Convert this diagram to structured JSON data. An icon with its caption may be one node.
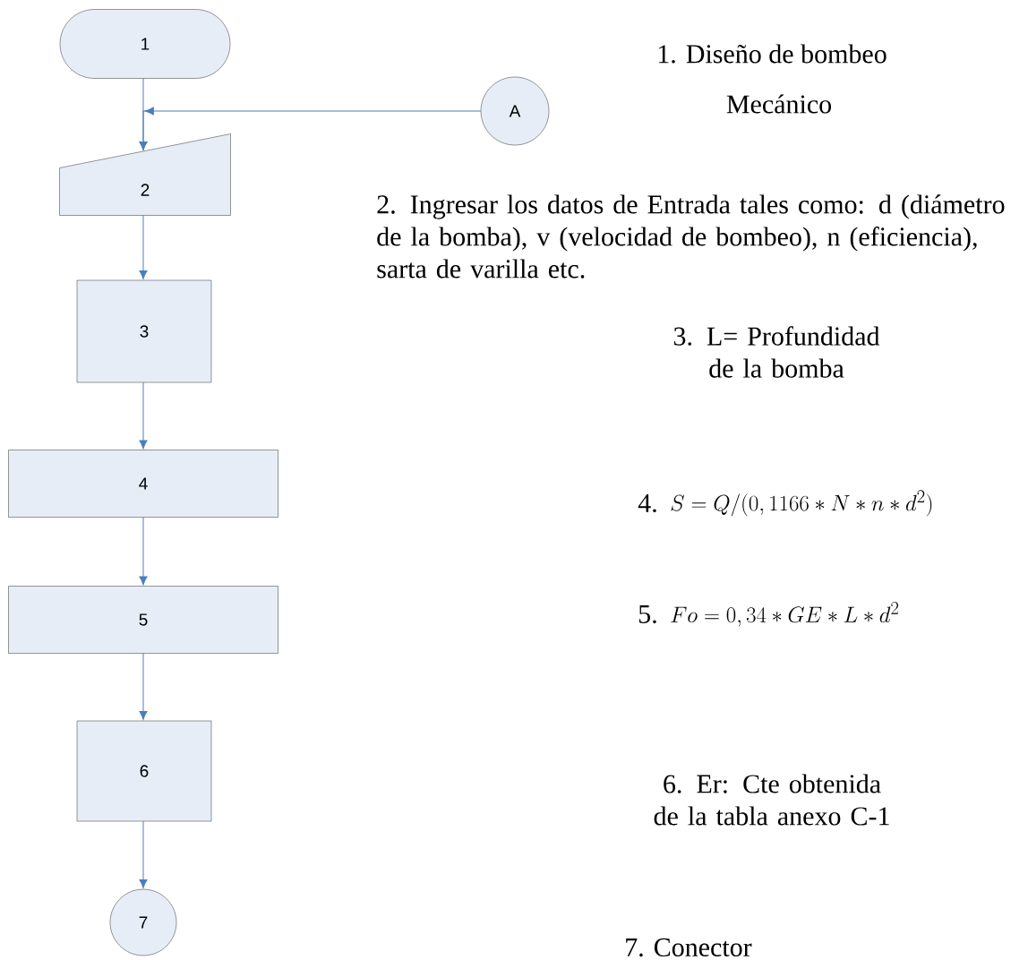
{
  "diagram": {
    "nodes": [
      {
        "text": [
          "1"
        ]
      },
      {
        "text": [
          "A"
        ]
      },
      {
        "text": [
          "2"
        ]
      },
      {
        "text": [
          "3"
        ]
      },
      {
        "text": [
          "4"
        ]
      },
      {
        "text": [
          "5"
        ]
      },
      {
        "text": [
          "6"
        ]
      },
      {
        "text": [
          "7"
        ]
      }
    ],
    "edges": [
      {
        "from": 0,
        "to": 2,
        "arrow": "to"
      },
      {
        "from": 1,
        "to": 2,
        "arrow": "to"
      },
      {
        "from": 2,
        "to": 3,
        "arrow": "to"
      },
      {
        "from": 3,
        "to": 4,
        "arrow": "to"
      },
      {
        "from": 4,
        "to": 5,
        "arrow": "to"
      },
      {
        "from": 5,
        "to": 6,
        "arrow": "to"
      },
      {
        "from": 6,
        "to": 7,
        "arrow": "to"
      }
    ],
    "labels": [
      "1. Diseño de bombeo",
      "Mecánico",
      "2. Ingresar los datos de Entrada tales como: d (diámetro de la bomba), v (velocidad de bombeo), n (eficiencia), sarta de varilla etc.",
      "3. L= Profundidad de la bomba",
      "4.",
      "S = Q/(0,1166 * N * n * d^{2})",
      "5.",
      "Fo = 0,34 * GE * L * d^{2}",
      "6. Er: Cte obtenida de la tabla anexo C-1",
      "7. Conector"
    ]
  }
}
